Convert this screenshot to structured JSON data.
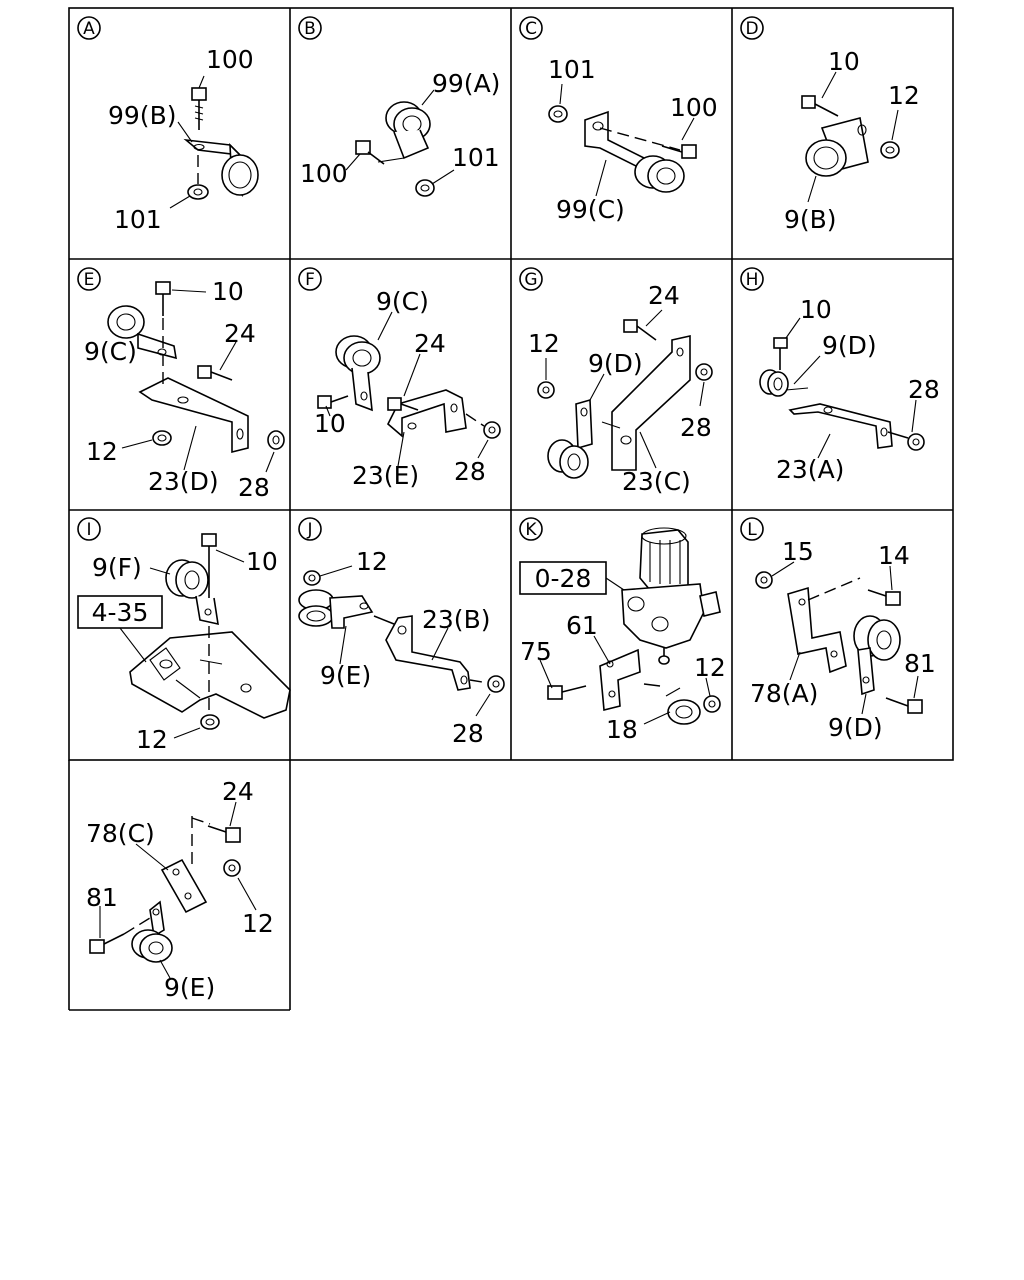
{
  "panels": [
    {
      "id": "A",
      "letter": "A",
      "labels": [
        "100",
        "99(B)",
        "101"
      ]
    },
    {
      "id": "B",
      "letter": "B",
      "labels": [
        "99(A)",
        "100",
        "101"
      ]
    },
    {
      "id": "C",
      "letter": "C",
      "labels": [
        "101",
        "100",
        "99(C)"
      ]
    },
    {
      "id": "D",
      "letter": "D",
      "labels": [
        "10",
        "12",
        "9(B)"
      ]
    },
    {
      "id": "E",
      "letter": "E",
      "labels": [
        "10",
        "24",
        "9(C)",
        "12",
        "23(D)",
        "28"
      ]
    },
    {
      "id": "F",
      "letter": "F",
      "labels": [
        "9(C)",
        "24",
        "10",
        "23(E)",
        "28"
      ]
    },
    {
      "id": "G",
      "letter": "G",
      "labels": [
        "24",
        "12",
        "9(D)",
        "28",
        "23(C)"
      ]
    },
    {
      "id": "H",
      "letter": "H",
      "labels": [
        "10",
        "9(D)",
        "28",
        "23(A)"
      ]
    },
    {
      "id": "I",
      "letter": "I",
      "labels": [
        "9(F)",
        "10",
        "4-35",
        "12"
      ]
    },
    {
      "id": "J",
      "letter": "J",
      "labels": [
        "12",
        "23(B)",
        "9(E)",
        "28"
      ]
    },
    {
      "id": "K",
      "letter": "K",
      "labels": [
        "0-28",
        "61",
        "75",
        "12",
        "18"
      ]
    },
    {
      "id": "L",
      "letter": "L",
      "labels": [
        "15",
        "14",
        "78(A)",
        "81",
        "9(D)"
      ]
    },
    {
      "id": "M",
      "letter": "",
      "labels": [
        "24",
        "78(C)",
        "81",
        "12",
        "9(E)"
      ]
    }
  ]
}
